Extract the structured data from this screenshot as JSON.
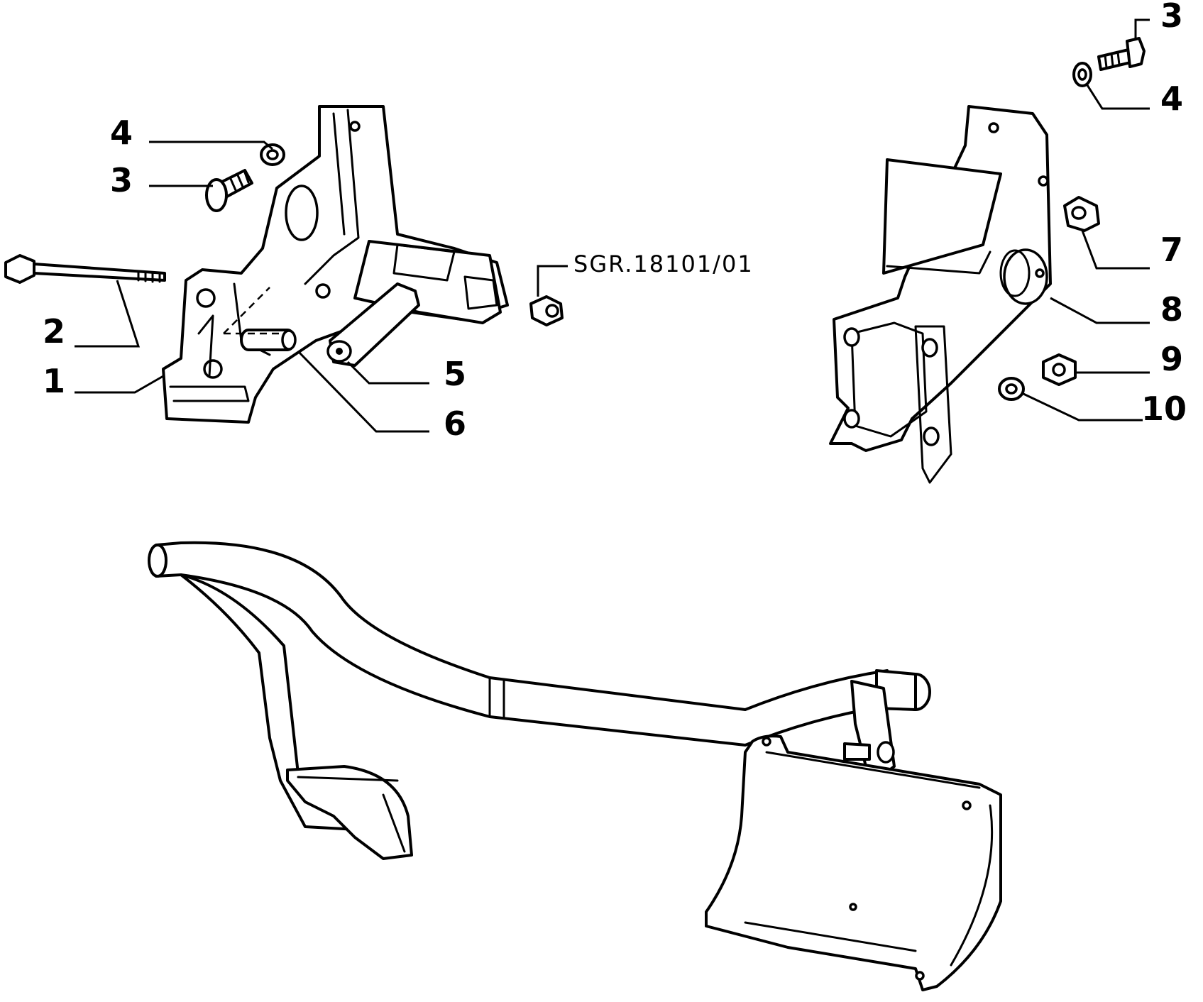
{
  "labels": {
    "left_4": "4",
    "left_3": "3",
    "left_2": "2",
    "left_1": "1",
    "left_5": "5",
    "left_6": "6",
    "reference": "SGR.18101/01",
    "right_3": "3",
    "right_4": "4",
    "right_7": "7",
    "right_8": "8",
    "right_9": "9",
    "right_10": "10"
  },
  "colors": {
    "line": "#000000",
    "background": "#ffffff"
  }
}
